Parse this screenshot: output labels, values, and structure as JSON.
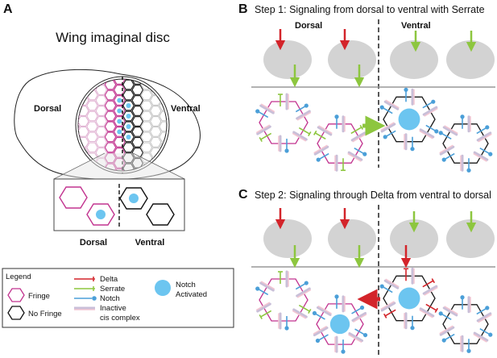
{
  "panel_a": {
    "letter": "A",
    "title": "Wing imaginal disc",
    "dorsal_label": "Dorsal",
    "ventral_label": "Ventral",
    "inset_dorsal_label": "Dorsal",
    "inset_ventral_label": "Ventral"
  },
  "panel_b": {
    "letter": "B",
    "title": "Step 1: Signaling from dorsal to ventral with Serrate",
    "dorsal_label": "Dorsal",
    "ventral_label": "Ventral"
  },
  "panel_c": {
    "letter": "C",
    "title": "Step 2: Signaling through Delta from ventral to dorsal"
  },
  "legend": {
    "title": "Legend",
    "fringe": "Fringe",
    "no_fringe": "No Fringe",
    "delta": "Delta",
    "serrate": "Serrate",
    "notch": "Notch",
    "inactive_line1": "Inactive",
    "inactive_line2": "cis complex",
    "notch_activated_line1": "Notch",
    "notch_activated_line2": "Activated"
  },
  "colors": {
    "fringe": "#c2338f",
    "no_fringe": "#1a1a1a",
    "delta": "#d3242a",
    "serrate": "#8dc63f",
    "notch": "#4b9fd8",
    "notch_activated": "#6cc5f0",
    "cis_complex": "#c9bfd8",
    "cell_blob": "#d3d3d3"
  }
}
